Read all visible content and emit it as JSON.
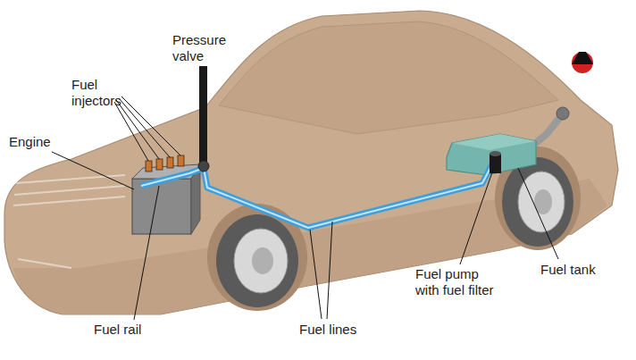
{
  "diagram": {
    "labels": [
      "Pressure valve",
      "Fuel injectors",
      "Engine",
      "Fuel rail",
      "Fuel lines",
      "Fuel pump with fuel filter",
      "Fuel tank"
    ]
  }
}
